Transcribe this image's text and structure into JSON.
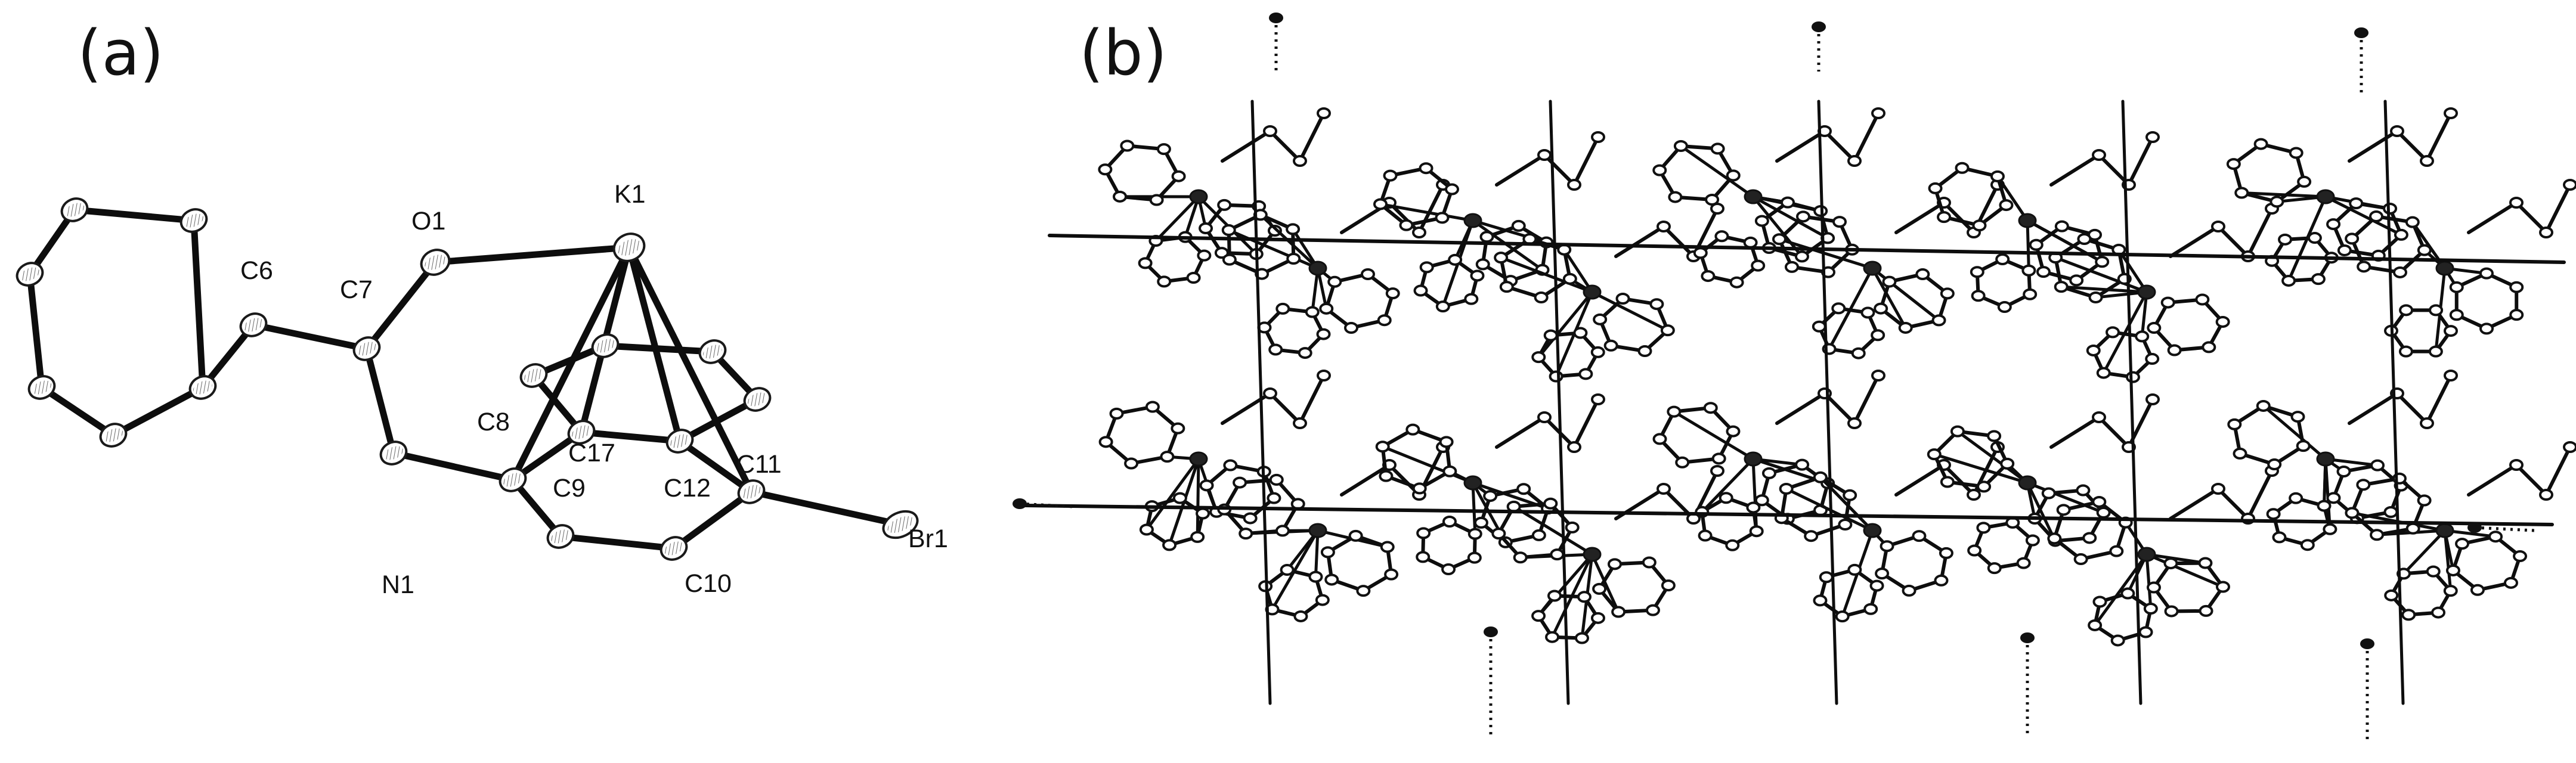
{
  "panels": {
    "a": {
      "label": "(a)"
    },
    "b": {
      "label": "(b)"
    }
  },
  "atom_labels": {
    "O1": "O1",
    "K1": "K1",
    "C6": "C6",
    "C7": "C7",
    "C8": "C8",
    "C17": "C17",
    "C9": "C9",
    "C12": "C12",
    "C11": "C11",
    "N1": "N1",
    "C10": "C10",
    "Br1": "Br1"
  },
  "colors": {
    "ink": "#111111",
    "background": "#ffffff"
  }
}
